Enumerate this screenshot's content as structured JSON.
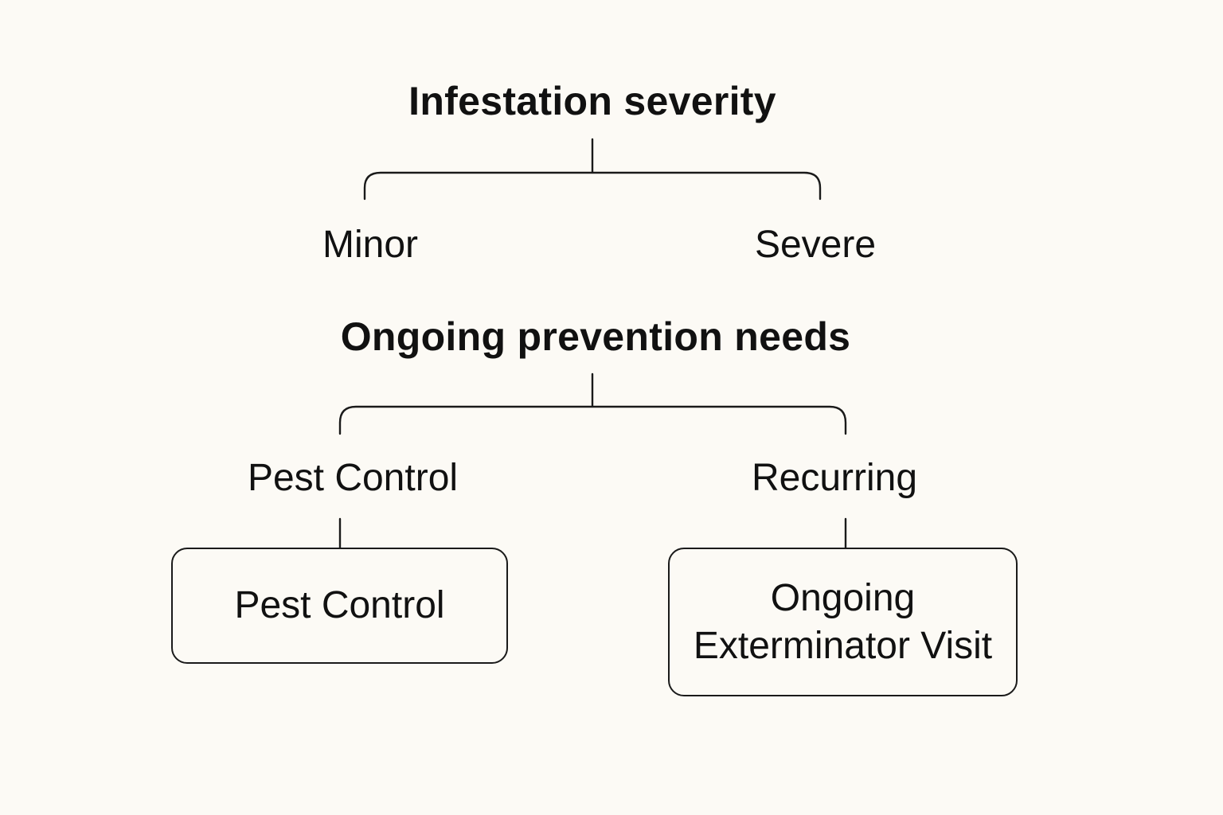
{
  "diagram": {
    "level1": {
      "title": "Infestation severity",
      "branches": [
        "Minor",
        "Severe"
      ]
    },
    "level2": {
      "title": "Ongoing prevention needs",
      "branches": [
        "Pest Control",
        "Recurring"
      ]
    },
    "outcomes": [
      {
        "lines": [
          "Pest Control"
        ]
      },
      {
        "lines": [
          "Ongoing",
          "Exterminator Visit"
        ]
      }
    ]
  }
}
